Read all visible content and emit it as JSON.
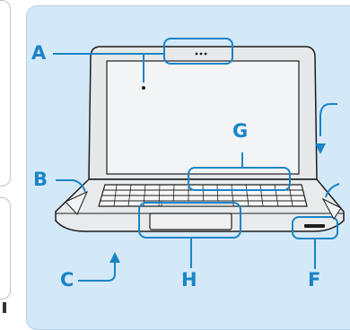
{
  "callouts": {
    "a": "A",
    "b": "B",
    "c": "C",
    "f": "F",
    "g": "G",
    "h": "H"
  },
  "colors": {
    "panel_background": "#d4e9f8",
    "callout_blue": "#1a84c6",
    "laptop_outline": "#1e1e1e"
  },
  "icons": [
    "laptop-illustration",
    "webcam-icon",
    "screen-icon",
    "keyboard-icon",
    "touchpad-icon",
    "status-light-icon",
    "callout-arrow-icon"
  ]
}
